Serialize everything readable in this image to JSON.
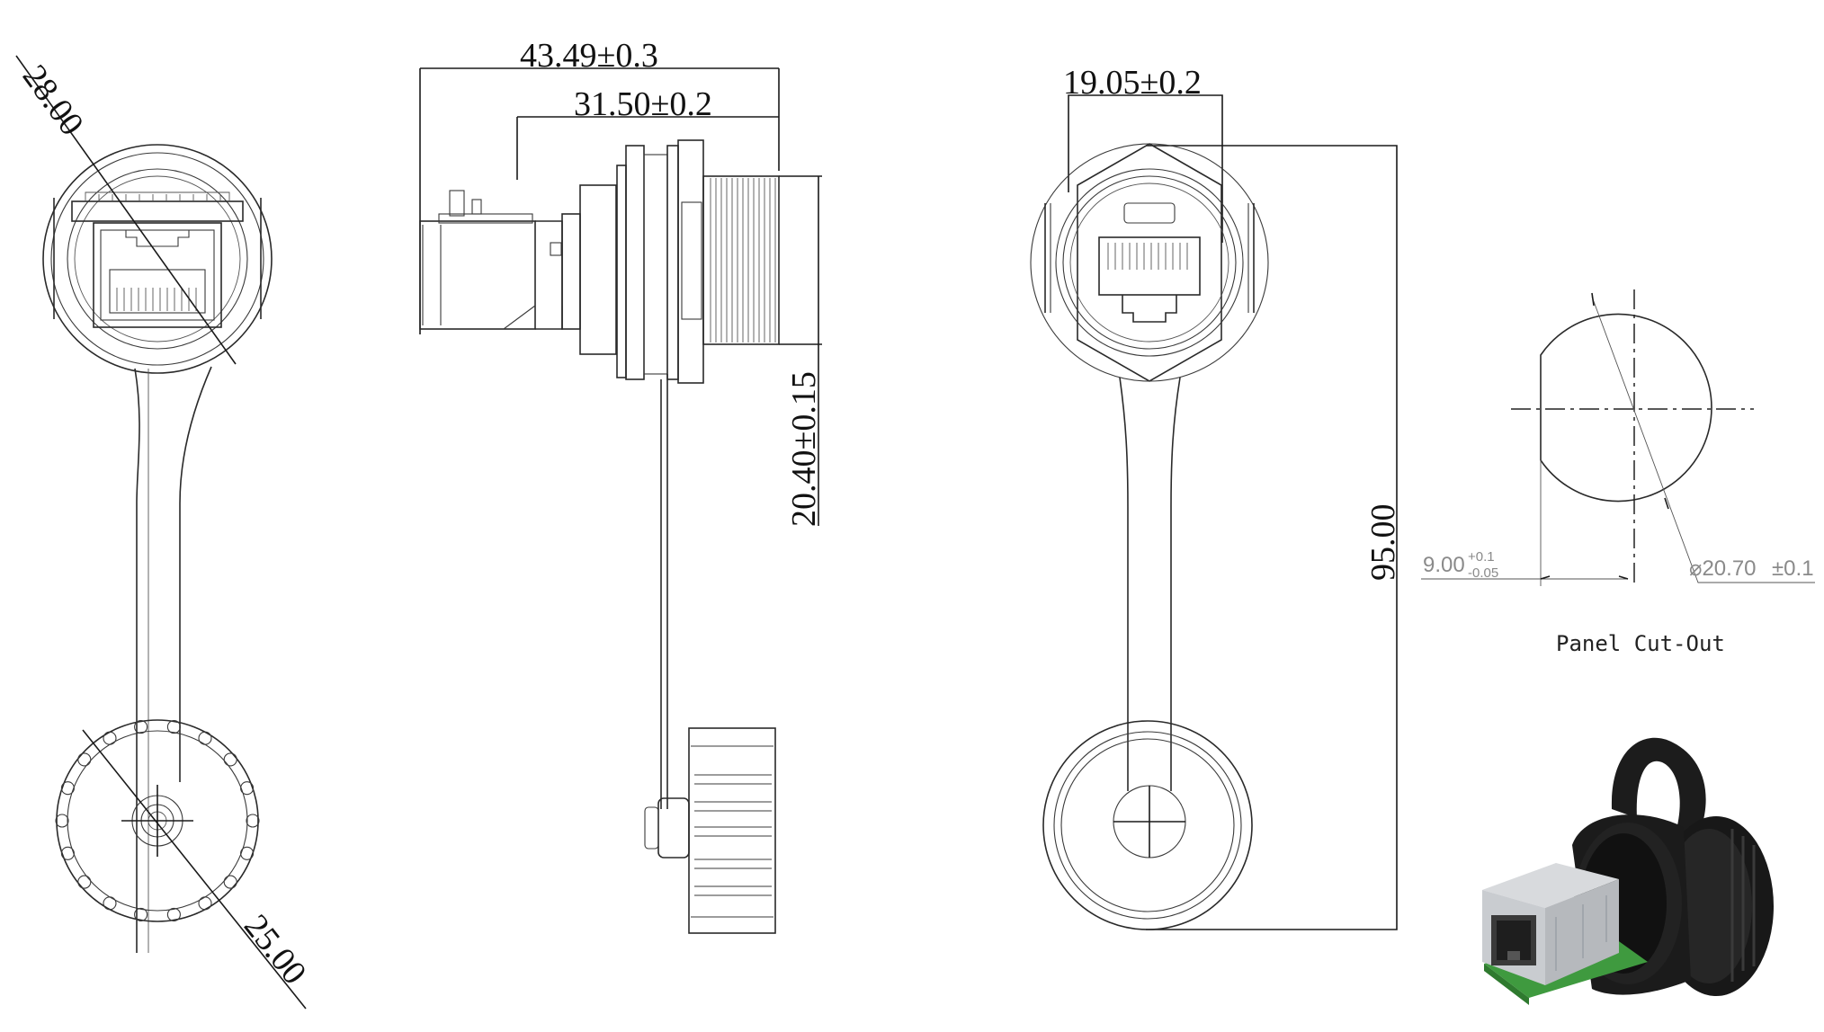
{
  "dimensions": {
    "diag_top": "28.00",
    "diag_bottom": "25.00",
    "overall_length": "43.49±0.3",
    "body_length": "31.50±0.2",
    "thread_height": "20.40±0.15",
    "hex_width": "19.05±0.2",
    "total_height": "95.00"
  },
  "cutout": {
    "caption": "Panel Cut-Out",
    "flat_value": "9.00",
    "flat_tol_plus": "+0.1",
    "flat_tol_minus": "-0.05",
    "diameter": "⌀20.70",
    "diameter_tol": "±0.1"
  },
  "colors": {
    "line": "#2a2a2a",
    "cutout_grey": "#8a8a8a",
    "housing_black": "#1c1c1c",
    "shield_silver": "#c4c7cb",
    "pcb_green": "#3f9a3f"
  }
}
